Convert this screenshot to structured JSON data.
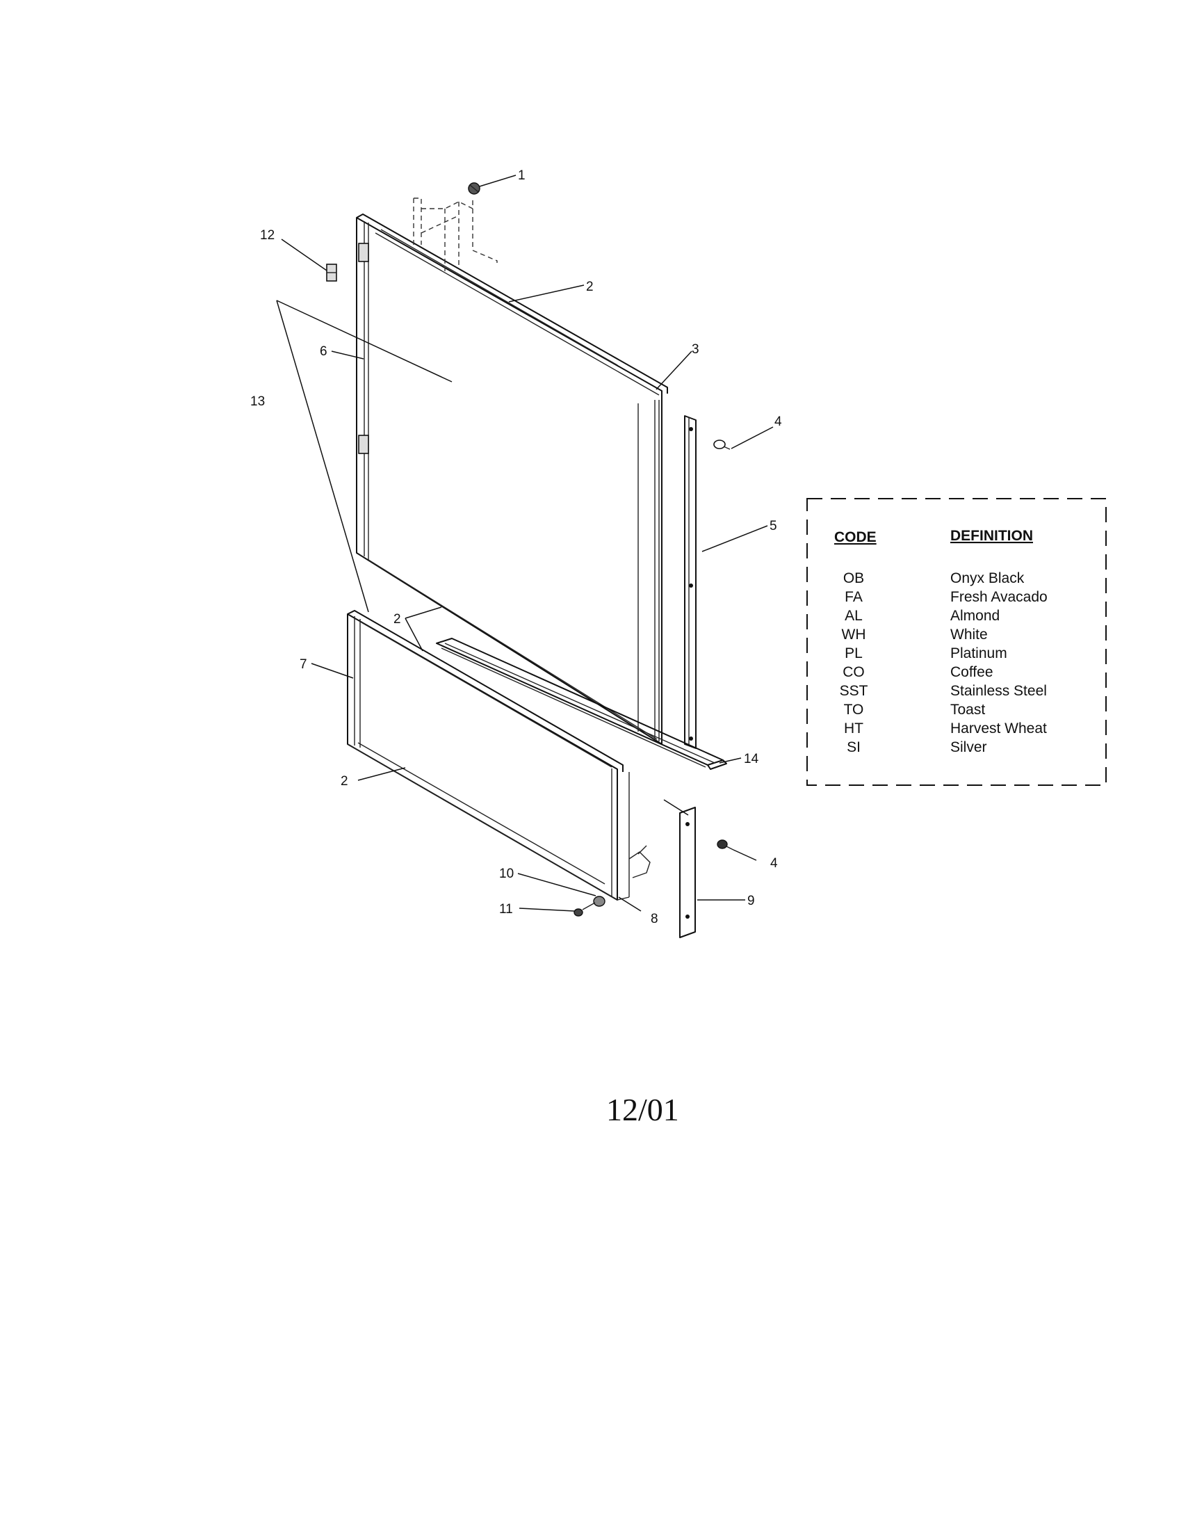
{
  "callouts": {
    "c1": "1",
    "c2a": "2",
    "c2b": "2",
    "c2c": "2",
    "c3": "3",
    "c4a": "4",
    "c4b": "4",
    "c5": "5",
    "c6": "6",
    "c7": "7",
    "c8": "8",
    "c9": "9",
    "c10": "10",
    "c11": "11",
    "c12": "12",
    "c13": "13",
    "c14": "14"
  },
  "legend": {
    "code_header": "CODE",
    "definition_header": "DEFINITION",
    "rows": [
      {
        "code": "OB",
        "definition": "Onyx Black"
      },
      {
        "code": "FA",
        "definition": "Fresh Avacado"
      },
      {
        "code": "AL",
        "definition": "Almond"
      },
      {
        "code": "WH",
        "definition": "White"
      },
      {
        "code": "PL",
        "definition": "Platinum"
      },
      {
        "code": "CO",
        "definition": "Coffee"
      },
      {
        "code": "SST",
        "definition": "Stainless Steel"
      },
      {
        "code": "TO",
        "definition": "Toast"
      },
      {
        "code": "HT",
        "definition": "Harvest Wheat"
      },
      {
        "code": "SI",
        "definition": "Silver"
      }
    ]
  },
  "footer": {
    "date": "12/01"
  }
}
